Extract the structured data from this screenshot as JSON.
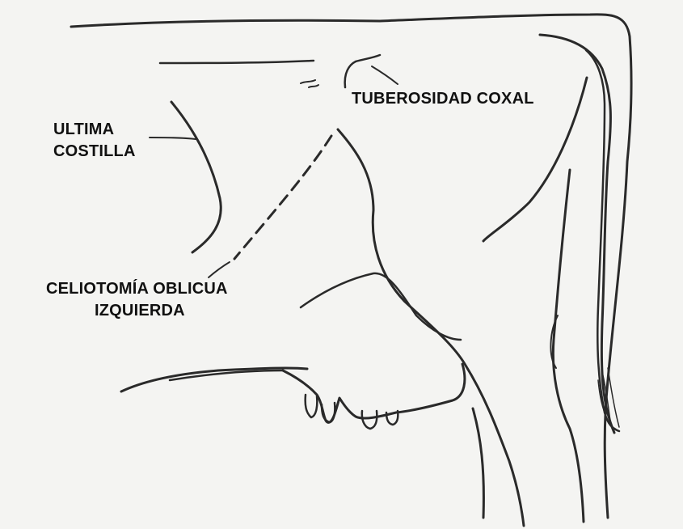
{
  "labels": {
    "ultima_line1": "ULTIMA",
    "ultima_line2": "COSTILLA",
    "tuberosidad": "TUBEROSIDAD COXAL",
    "celiotomia_line1": "CELIOTOMÍA OBLICUA",
    "celiotomia_line2": "IZQUIERDA"
  },
  "colors": {
    "background": "#f4f4f2",
    "line": "#2a2a2a",
    "text": "#111111"
  }
}
